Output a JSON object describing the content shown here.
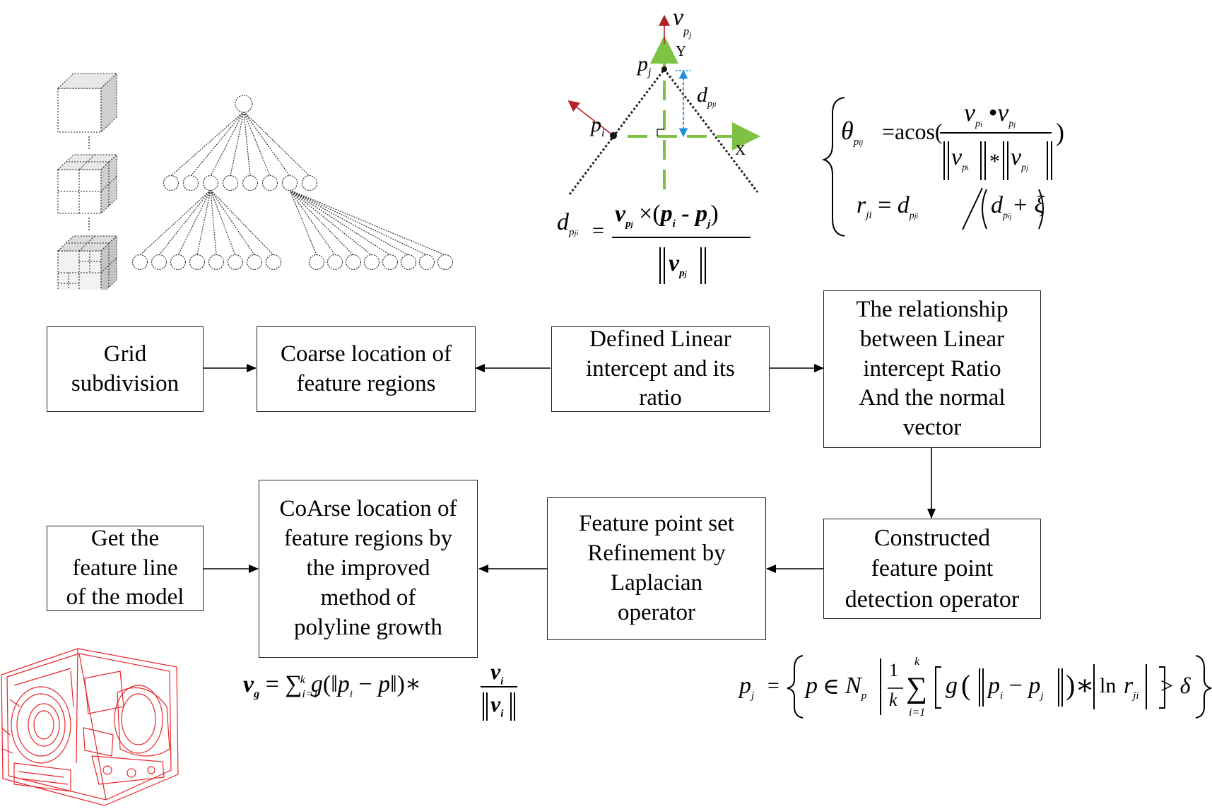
{
  "boxes": {
    "grid": [
      "Grid",
      "subdivision"
    ],
    "coarse": [
      "Coarse location of",
      "feature regions"
    ],
    "defined": [
      "Defined Linear",
      "intercept and its",
      "ratio"
    ],
    "relationship": [
      "The relationship",
      "between Linear",
      "intercept Ratio",
      "And the normal",
      "vector"
    ],
    "constructed": [
      "Constructed",
      "feature point",
      "detection operator"
    ],
    "refinement": [
      "Feature point set",
      "Refinement by",
      "Laplacian",
      "operator"
    ],
    "coarse_improved": [
      "CoArse location of",
      "feature regions by",
      "the improved",
      "method of",
      "polyline growth"
    ],
    "getline": [
      "Get the",
      "feature line",
      "of the model"
    ]
  },
  "axes": {
    "x": "X",
    "y": "Y"
  },
  "formula_labels": {
    "acos": "=acos(",
    "eq": "=",
    "in": "∈",
    "ln": "ln",
    "gt": "> δ",
    "xi": "+ ξ",
    "sum_upper": "k",
    "sum_lower": "i=1"
  },
  "colors": {
    "green_axis": "#7dc242",
    "blue_dash": "#1e90e0",
    "red_normal": "#b22222",
    "model_red": "#e8262b"
  }
}
